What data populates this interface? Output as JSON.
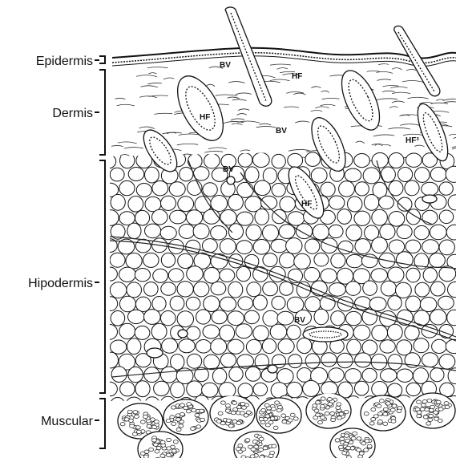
{
  "layers": [
    {
      "id": "epidermis",
      "label": "Epidermis"
    },
    {
      "id": "dermis",
      "label": "Dermis"
    },
    {
      "id": "hipodermis",
      "label": "Hipodermis"
    },
    {
      "id": "muscular",
      "label": "Muscular"
    }
  ],
  "structures": {
    "blood_vessel": "BV",
    "hair_follicle": "HF",
    "hair_follicle_partial": "HF³"
  },
  "colors": {
    "ink": "#111111",
    "paper": "#ffffff"
  }
}
